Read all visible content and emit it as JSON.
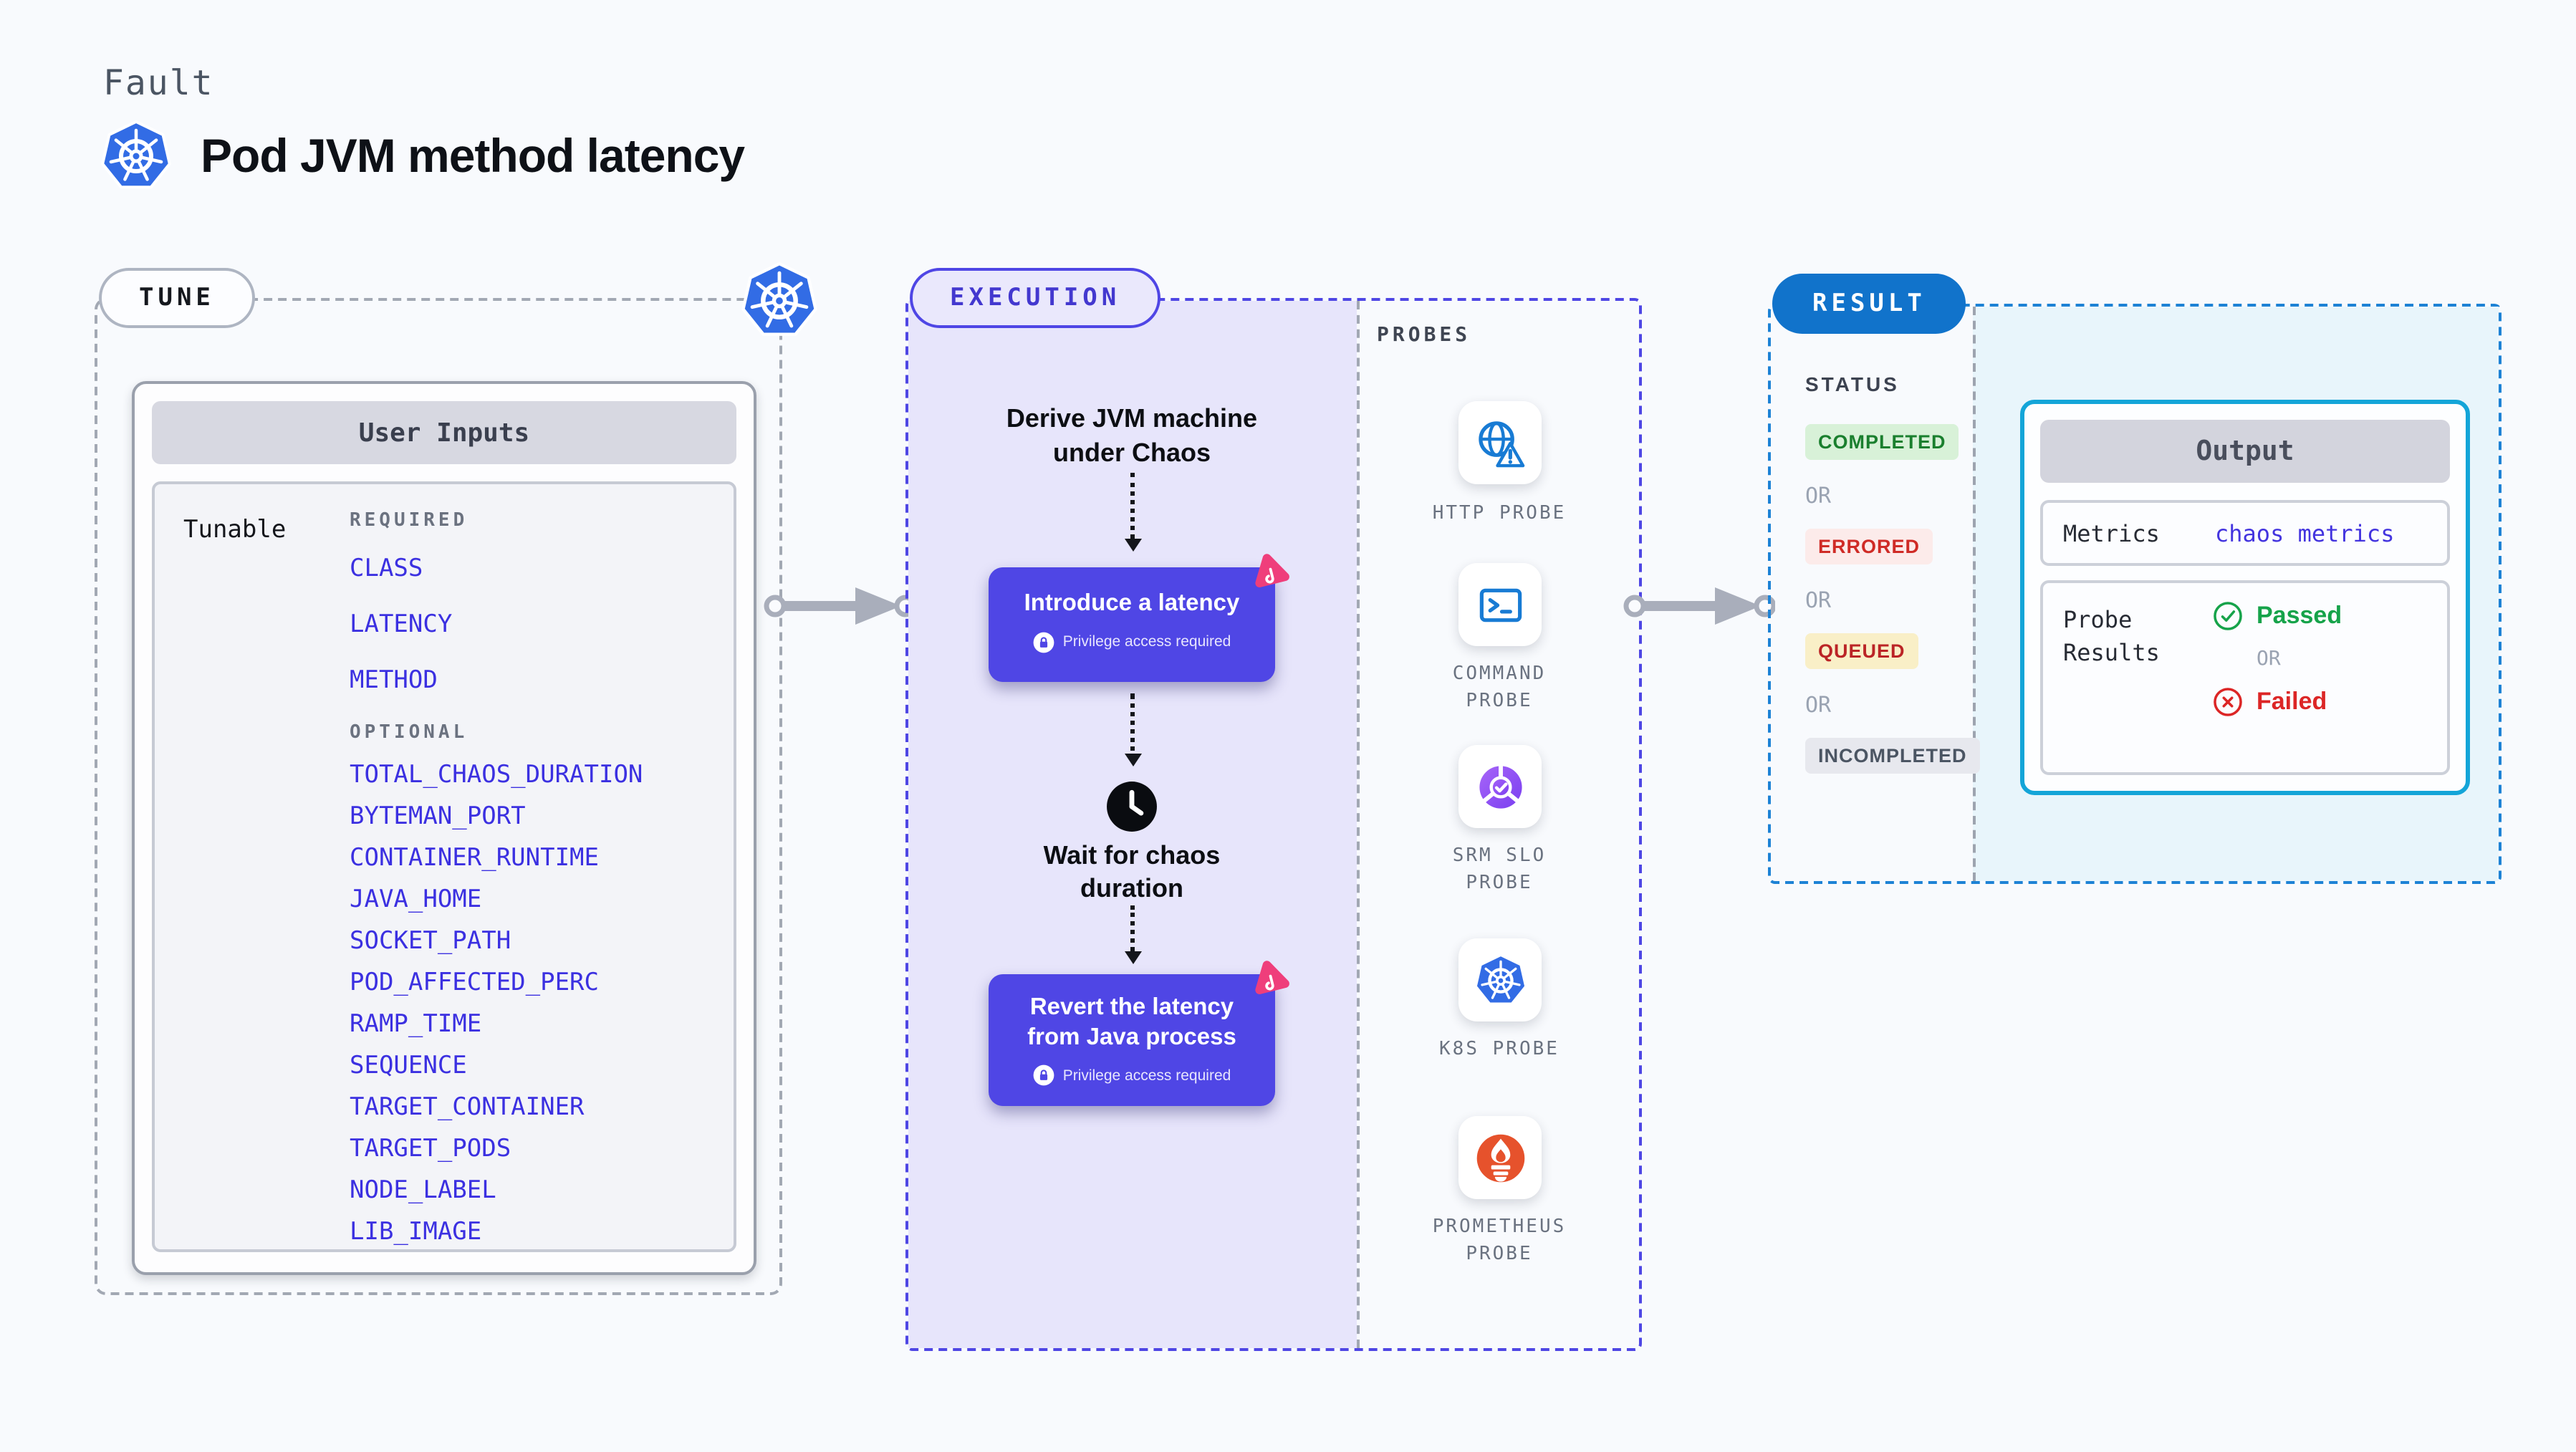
{
  "header": {
    "eyebrow": "Fault",
    "title": "Pod JVM method latency"
  },
  "tune": {
    "badge": "TUNE",
    "panel_title": "User Inputs",
    "row_label": "Tunable",
    "required_label": "REQUIRED",
    "required": [
      "CLASS",
      "LATENCY",
      "METHOD"
    ],
    "optional_label": "OPTIONAL",
    "optional": [
      "TOTAL_CHAOS_DURATION",
      "BYTEMAN_PORT",
      "CONTAINER_RUNTIME",
      "JAVA_HOME",
      "SOCKET_PATH",
      "POD_AFFECTED_PERC",
      "RAMP_TIME",
      "SEQUENCE",
      "TARGET_CONTAINER",
      "TARGET_PODS",
      "NODE_LABEL",
      "LIB_IMAGE"
    ]
  },
  "execution": {
    "badge": "EXECUTION",
    "derive_label": "Derive JVM machine under Chaos",
    "introduce": {
      "label": "Introduce a latency",
      "note": "Privilege access required"
    },
    "wait_label": "Wait for chaos duration",
    "revert": {
      "label": "Revert the latency from Java process",
      "note": "Privilege access required"
    },
    "probes": {
      "heading": "PROBES",
      "items": [
        "HTTP PROBE",
        "COMMAND PROBE",
        "SRM SLO PROBE",
        "K8S PROBE",
        "PROMETHEUS PROBE"
      ]
    }
  },
  "result": {
    "badge": "RESULT",
    "status_heading": "STATUS",
    "or_label": "OR",
    "statuses": [
      "COMPLETED",
      "ERRORED",
      "QUEUED",
      "INCOMPLETED"
    ],
    "output": {
      "title": "Output",
      "metrics_label": "Metrics",
      "metrics_value": "chaos metrics",
      "probe_results_label": "Probe Results",
      "passed_label": "Passed",
      "failed_label": "Failed"
    }
  },
  "icons": [
    "kubernetes-icon",
    "globe-alert-icon",
    "terminal-icon",
    "slo-check-icon",
    "prometheus-flame-icon",
    "clock-icon",
    "lock-icon",
    "chaos-pink-icon",
    "check-circle-icon",
    "x-circle-icon",
    "arrow-right-connector"
  ],
  "colors": {
    "page_bg": "#f8fafd",
    "indigo": "#4f46e5",
    "lavender": "#e7e5fb",
    "field_blue": "#3b30e1",
    "result_blue": "#1173cb",
    "output_border": "#14a5d8",
    "output_bg": "#e8f5fb",
    "probe_icon_blue": "#187bd4",
    "prometheus_orange": "#e6522c",
    "chaos_pink": "#ef3e7b",
    "completed_green": "#1a7f2e",
    "errored_red": "#cf2b26",
    "queued_yellow_bg": "#f9efc7",
    "passed_green": "#16a34a",
    "failed_red": "#dc2626"
  }
}
